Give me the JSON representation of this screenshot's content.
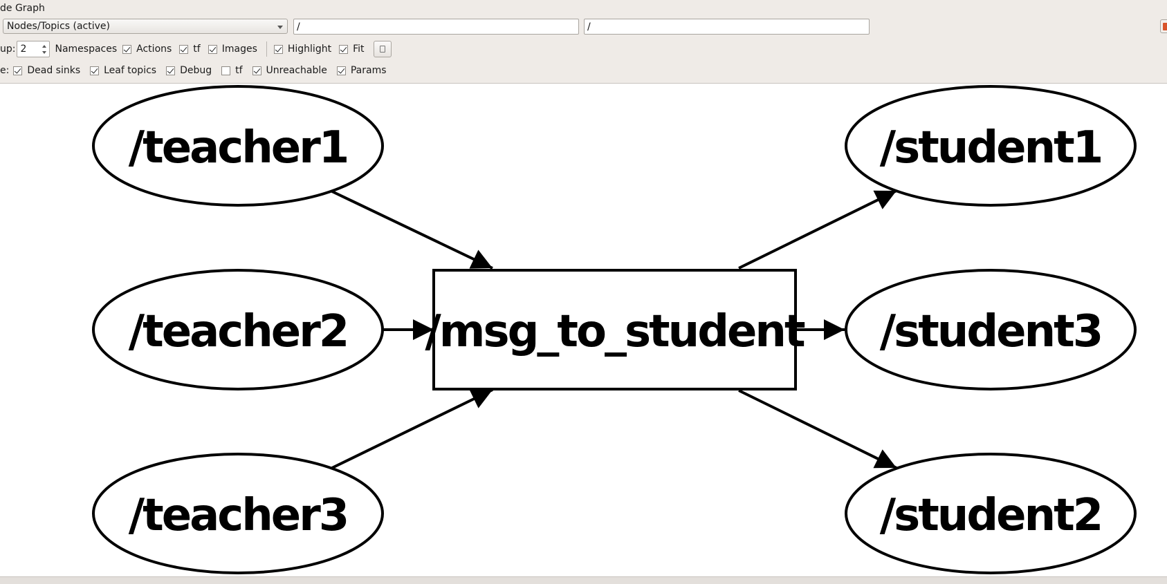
{
  "window": {
    "title": "de Graph"
  },
  "toolbar": {
    "graph_type": "Nodes/Topics (active)",
    "ns_filter": "/",
    "topic_filter": "/",
    "group_label": "up:",
    "group_value": "2",
    "namespaces_label": "Namespaces",
    "checks_row2": [
      {
        "label": "Actions",
        "checked": true
      },
      {
        "label": "tf",
        "checked": true
      },
      {
        "label": "Images",
        "checked": true
      },
      {
        "label": "Highlight",
        "checked": true
      },
      {
        "label": "Fit",
        "checked": true
      }
    ],
    "hide_label": "e:",
    "checks_row3": [
      {
        "label": "Dead sinks",
        "checked": true
      },
      {
        "label": "Leaf topics",
        "checked": true
      },
      {
        "label": "Debug",
        "checked": true
      },
      {
        "label": "tf",
        "checked": false
      },
      {
        "label": "Unreachable",
        "checked": true
      },
      {
        "label": "Params",
        "checked": true
      }
    ]
  },
  "graph": {
    "topic": "/msg_to_student",
    "publishers": [
      "/teacher1",
      "/teacher2",
      "/teacher3"
    ],
    "subscribers": [
      "/student1",
      "/student3",
      "/student2"
    ],
    "edges": [
      {
        "from": "/teacher1",
        "to": "/msg_to_student"
      },
      {
        "from": "/teacher2",
        "to": "/msg_to_student"
      },
      {
        "from": "/teacher3",
        "to": "/msg_to_student"
      },
      {
        "from": "/msg_to_student",
        "to": "/student1"
      },
      {
        "from": "/msg_to_student",
        "to": "/student3"
      },
      {
        "from": "/msg_to_student",
        "to": "/student2"
      }
    ]
  }
}
